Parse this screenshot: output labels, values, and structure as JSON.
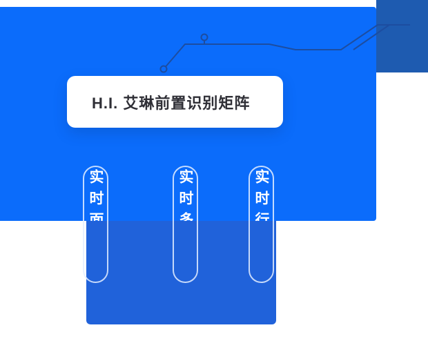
{
  "page": {
    "background": "#ffffff"
  },
  "hero": {
    "background": "#0b6cfb",
    "card": {
      "title": "H.I. 艾琳前置识别矩阵"
    },
    "pillars": [
      {
        "label": "实时面"
      },
      {
        "label": "实时多"
      },
      {
        "label": "实时行"
      }
    ]
  },
  "decor": {
    "navy_block_color": "#1e5bb0",
    "sub_panel_color": "#2062da",
    "circuit_line_color": "#1d4da0",
    "pill_border_color": "#e4efff",
    "pillar_text_color": "#ffffff"
  }
}
